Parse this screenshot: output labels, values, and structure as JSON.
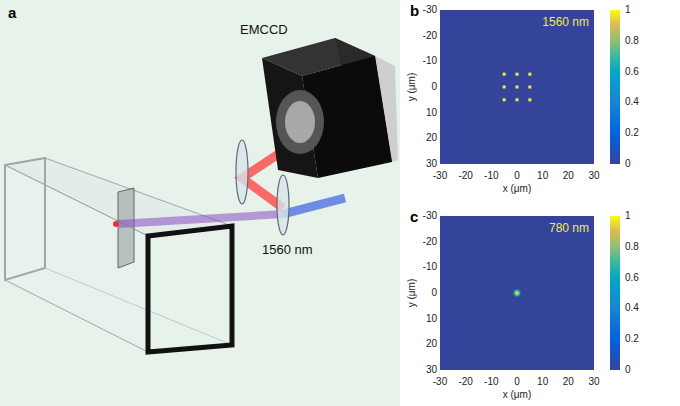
{
  "diagram": {
    "labels": [
      "a",
      "EMCCD",
      "1560 nm",
      "b",
      "1560 nm",
      "-30",
      "-20",
      "-10",
      "0",
      "10",
      "20",
      "30",
      "-30",
      "-20",
      "-10",
      "0",
      "10",
      "20",
      "30",
      "y (μm)",
      "x (μm)",
      "1",
      "0.8",
      "0.6",
      "0.4",
      "0.2",
      "0",
      "c",
      "780 nm",
      "-30",
      "-20",
      "-10",
      "0",
      "10",
      "20",
      "30",
      "-30",
      "-20",
      "-10",
      "0",
      "10",
      "20",
      "30",
      "y (μm)",
      "x (μm)",
      "1",
      "0.8",
      "0.6",
      "0.4",
      "0.2",
      "0"
    ]
  }
}
